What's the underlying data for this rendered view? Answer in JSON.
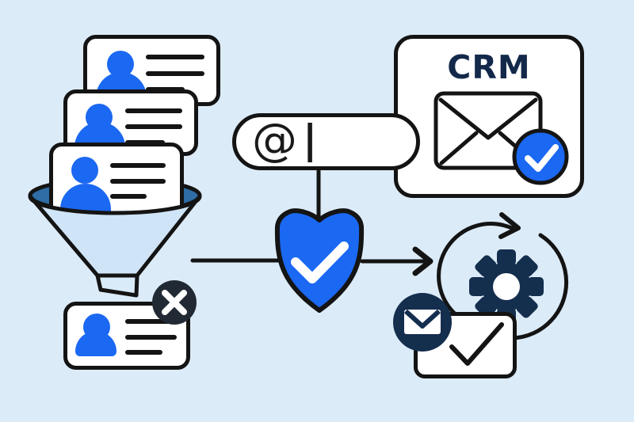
{
  "illustration_title": "contact-email-verification-crm-flow",
  "crm": {
    "label": "CRM"
  },
  "email_input": {
    "symbol": "@",
    "cursor": "|"
  },
  "contact_stack": {
    "card_count": 3,
    "text_lines_per_card": 3
  },
  "rejected_card": {
    "text_lines": 3,
    "status": "rejected"
  },
  "colors": {
    "background": "#dcebf8",
    "outline": "#141414",
    "accent_blue": "#1b68f2",
    "navy": "#142e4e",
    "crm_text": "#13294a",
    "charcoal_badge": "#212a34",
    "funnel_fill": "#cfe4f6",
    "funnel_opening": "#2e6da6",
    "card_fill": "#ffffff",
    "check_white": "#ffffff"
  },
  "icons": {
    "funnel": "filter-funnel-icon",
    "shield_check": "shield-check-icon",
    "envelope": "envelope-icon",
    "check_badge": "check-badge-icon",
    "x_badge": "x-badge-icon",
    "sync_arrows": "sync-arrows-icon",
    "gear": "gear-icon",
    "user_avatar": "user-avatar-icon",
    "mail_badge": "mail-badge-icon"
  }
}
